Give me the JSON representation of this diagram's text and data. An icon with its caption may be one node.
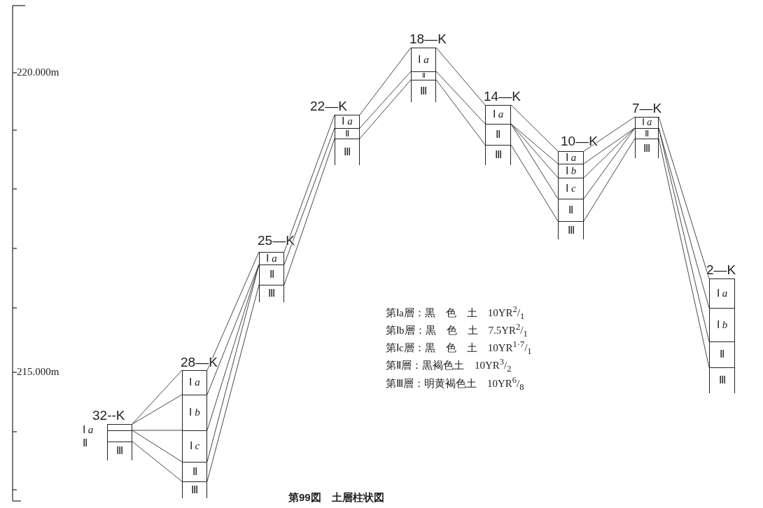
{
  "diagram": {
    "caption": "第99図　土層柱状図",
    "nodes": [
      {
        "text": [
          "32--K"
        ]
      },
      {
        "text": [],
        "shape": "box",
        "in": 0,
        "beside": [
          "Ⅰ *a*"
        ]
      },
      {
        "text": [],
        "shape": "box",
        "in": 0,
        "beside": [
          "Ⅱ"
        ]
      },
      {
        "text": [
          "Ⅲ"
        ],
        "in": 0
      },
      {
        "text": [
          "28—K"
        ]
      },
      {
        "text": [
          "Ⅰ *a*"
        ],
        "in": 4
      },
      {
        "text": [
          "Ⅰ *b*"
        ],
        "in": 4
      },
      {
        "text": [
          "Ⅰ *c*"
        ],
        "in": 4
      },
      {
        "text": [
          "Ⅱ"
        ],
        "in": 4
      },
      {
        "text": [
          "Ⅲ"
        ],
        "in": 4
      },
      {
        "text": [
          "25—K"
        ]
      },
      {
        "text": [
          "Ⅰ *a*"
        ],
        "in": 10
      },
      {
        "text": [
          "Ⅱ"
        ],
        "in": 10
      },
      {
        "text": [
          "Ⅲ"
        ],
        "in": 10
      },
      {
        "text": [
          "22—K"
        ]
      },
      {
        "text": [
          "Ⅰ *a*"
        ],
        "in": 14
      },
      {
        "text": [
          "Ⅱ"
        ],
        "in": 14
      },
      {
        "text": [
          "Ⅲ"
        ],
        "in": 14
      },
      {
        "text": [
          "18—K"
        ]
      },
      {
        "text": [
          "Ⅰ *a*"
        ],
        "in": 18
      },
      {
        "text": [
          "Ⅱ"
        ],
        "in": 18
      },
      {
        "text": [
          "Ⅲ"
        ],
        "in": 18
      },
      {
        "text": [
          "14—K"
        ]
      },
      {
        "text": [
          "Ⅰ *a*"
        ],
        "in": 22
      },
      {
        "text": [
          "Ⅱ"
        ],
        "in": 22
      },
      {
        "text": [
          "Ⅲ"
        ],
        "in": 22
      },
      {
        "text": [
          "10—K"
        ]
      },
      {
        "text": [
          "Ⅰ *a*"
        ],
        "in": 26
      },
      {
        "text": [
          "Ⅰ *b*"
        ],
        "in": 26
      },
      {
        "text": [
          "Ⅰ *c*"
        ],
        "in": 26
      },
      {
        "text": [
          "Ⅱ"
        ],
        "in": 26
      },
      {
        "text": [
          "Ⅲ"
        ],
        "in": 26
      },
      {
        "text": [
          "7—K"
        ]
      },
      {
        "text": [
          "Ⅰ *a*"
        ],
        "in": 32
      },
      {
        "text": [
          "Ⅱ"
        ],
        "in": 32
      },
      {
        "text": [
          "Ⅲ"
        ],
        "in": 32
      },
      {
        "text": [
          "2—K"
        ]
      },
      {
        "text": [
          "Ⅰ *a*"
        ],
        "in": 36
      },
      {
        "text": [
          "Ⅰ *b*"
        ],
        "in": 36
      },
      {
        "text": [
          "Ⅱ"
        ],
        "in": 36
      },
      {
        "text": [
          "Ⅲ"
        ],
        "in": 36
      }
    ],
    "edges": [
      {
        "from": 1,
        "to": 5,
        "arrow": "none"
      },
      {
        "from": 1,
        "to": 6,
        "arrow": "none"
      },
      {
        "from": 2,
        "to": 7,
        "arrow": "none"
      },
      {
        "from": 2,
        "to": 8,
        "arrow": "none"
      },
      {
        "from": 3,
        "to": 9,
        "arrow": "none"
      },
      {
        "from": 5,
        "to": 11,
        "arrow": "none"
      },
      {
        "from": 6,
        "to": 12,
        "arrow": "none"
      },
      {
        "from": 7,
        "to": 12,
        "arrow": "none"
      },
      {
        "from": 8,
        "to": 12,
        "arrow": "none"
      },
      {
        "from": 9,
        "to": 13,
        "arrow": "none"
      },
      {
        "from": 11,
        "to": 15,
        "arrow": "none"
      },
      {
        "from": 12,
        "to": 16,
        "arrow": "none"
      },
      {
        "from": 13,
        "to": 17,
        "arrow": "none"
      },
      {
        "from": 15,
        "to": 19,
        "arrow": "none"
      },
      {
        "from": 16,
        "to": 20,
        "arrow": "none"
      },
      {
        "from": 17,
        "to": 21,
        "arrow": "none"
      },
      {
        "from": 19,
        "to": 23,
        "arrow": "none"
      },
      {
        "from": 20,
        "to": 24,
        "arrow": "none"
      },
      {
        "from": 21,
        "to": 25,
        "arrow": "none"
      },
      {
        "from": 23,
        "to": 27,
        "arrow": "none"
      },
      {
        "from": 24,
        "to": 28,
        "arrow": "none"
      },
      {
        "from": 24,
        "to": 29,
        "arrow": "none"
      },
      {
        "from": 24,
        "to": 30,
        "arrow": "none"
      },
      {
        "from": 25,
        "to": 31,
        "arrow": "none"
      },
      {
        "from": 27,
        "to": 33,
        "arrow": "none"
      },
      {
        "from": 28,
        "to": 34,
        "arrow": "none"
      },
      {
        "from": 29,
        "to": 34,
        "arrow": "none"
      },
      {
        "from": 30,
        "to": 34,
        "arrow": "none"
      },
      {
        "from": 31,
        "to": 35,
        "arrow": "none"
      },
      {
        "from": 33,
        "to": 37,
        "arrow": "none"
      },
      {
        "from": 34,
        "to": 38,
        "arrow": "none"
      },
      {
        "from": 34,
        "to": 39,
        "arrow": "none"
      },
      {
        "from": 35,
        "to": 40,
        "arrow": "none"
      }
    ],
    "labels": [
      "220.000m",
      "215.000m",
      "第Ⅰa層：黒　色　土　10YR$^{2}$/$_{1}$",
      "第Ⅰb層：黒　色　土　7.5YR$^{2}$/$_{1}$",
      "第Ⅰc層：黒　色　土　10YR$^{1·7}$/$_{1}$",
      "第Ⅱ層：黒褐色土　10YR$^{3}$/$_{2}$",
      "第Ⅲ層：明黄褐色土　10YR$^{6}$/$_{8}$"
    ]
  }
}
